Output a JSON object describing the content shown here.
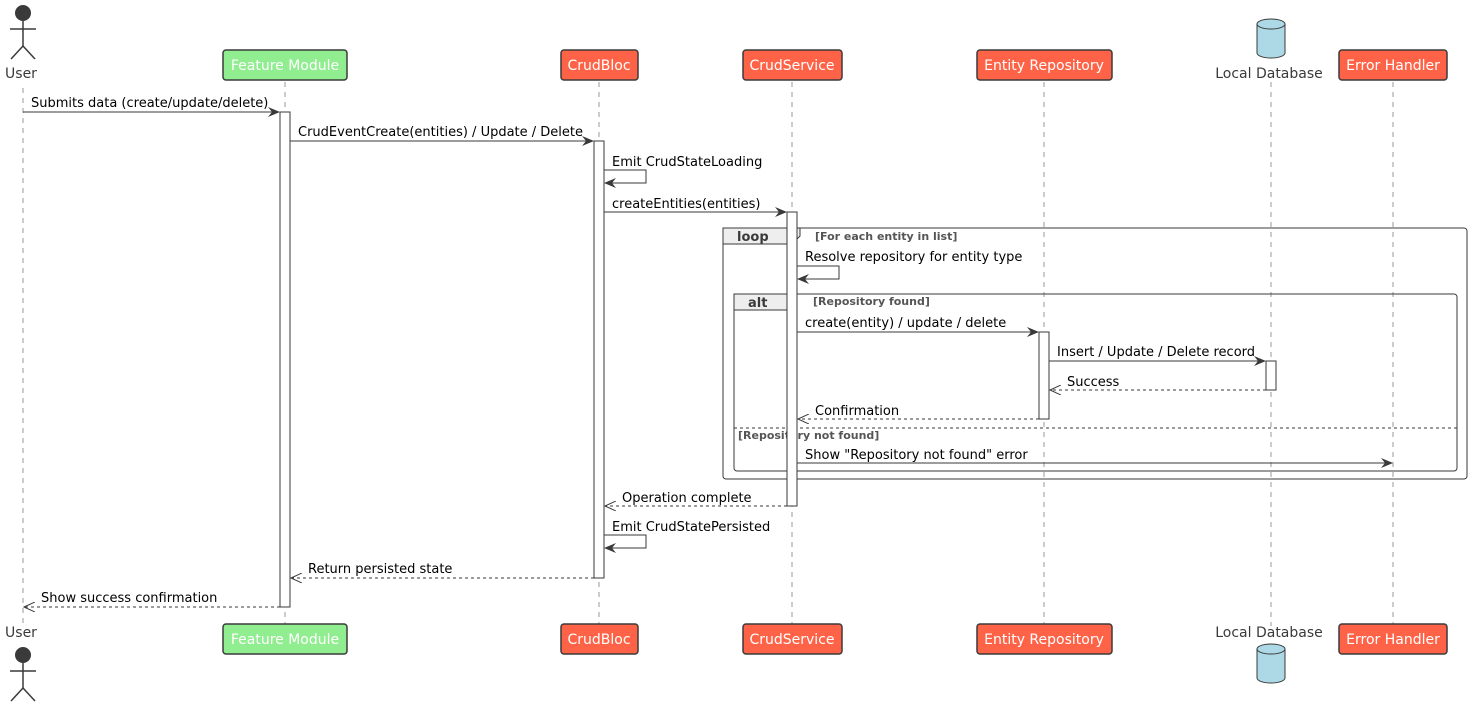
{
  "participants": {
    "user": {
      "label": "User",
      "kind": "actor"
    },
    "feature": {
      "label": "Feature Module",
      "color": "#90EE90"
    },
    "bloc": {
      "label": "CrudBloc",
      "color": "#FF6347"
    },
    "service": {
      "label": "CrudService",
      "color": "#FF6347"
    },
    "repo": {
      "label": "Entity Repository",
      "color": "#FF6347"
    },
    "db": {
      "label": "Local Database",
      "kind": "database",
      "color": "#ADD8E6"
    },
    "err": {
      "label": "Error Handler",
      "color": "#FF6347"
    }
  },
  "messages": {
    "m1": "Submits data (create/update/delete)",
    "m2": "CrudEventCreate(entities) / Update / Delete",
    "m3": "Emit CrudStateLoading",
    "m4": "createEntities(entities)",
    "m5": "Resolve repository for entity type",
    "m6": "create(entity) / update / delete",
    "m7": "Insert / Update / Delete record",
    "m8": "Success",
    "m9": "Confirmation",
    "m10": "Show \"Repository not found\" error",
    "m11": "Operation complete",
    "m12": "Emit CrudStatePersisted",
    "m13": "Return persisted state",
    "m14": "Show success confirmation"
  },
  "fragments": {
    "loop": {
      "keyword": "loop",
      "guard": "[For each entity in list]"
    },
    "alt": {
      "keyword": "alt",
      "guard": "[Repository found]",
      "else_guard": "[Repository not found]"
    }
  }
}
